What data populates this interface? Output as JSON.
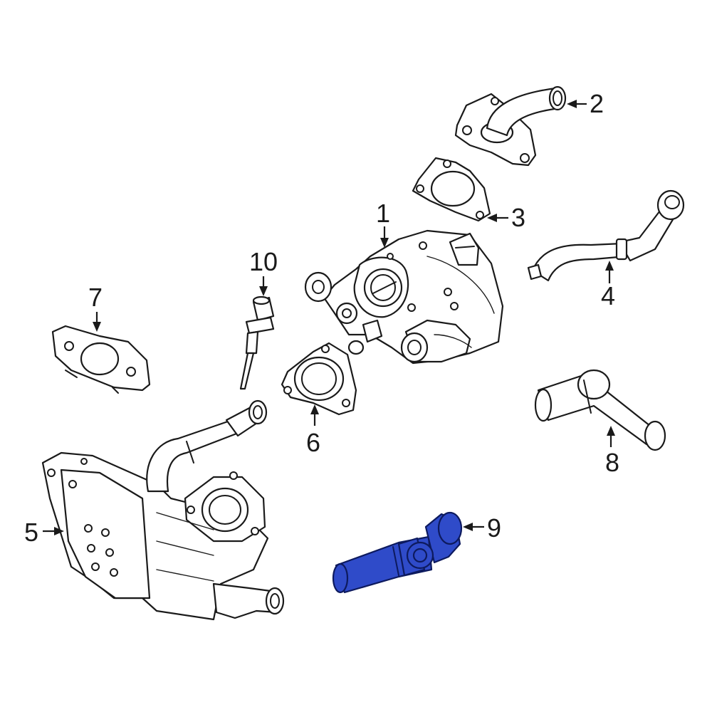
{
  "highlight_color": "#2f4bc9",
  "callouts": [
    {
      "id": "1",
      "label": "1"
    },
    {
      "id": "2",
      "label": "2"
    },
    {
      "id": "3",
      "label": "3"
    },
    {
      "id": "4",
      "label": "4"
    },
    {
      "id": "5",
      "label": "5"
    },
    {
      "id": "6",
      "label": "6"
    },
    {
      "id": "7",
      "label": "7"
    },
    {
      "id": "8",
      "label": "8"
    },
    {
      "id": "9",
      "label": "9"
    },
    {
      "id": "10",
      "label": "10"
    }
  ],
  "highlighted_part": "9"
}
